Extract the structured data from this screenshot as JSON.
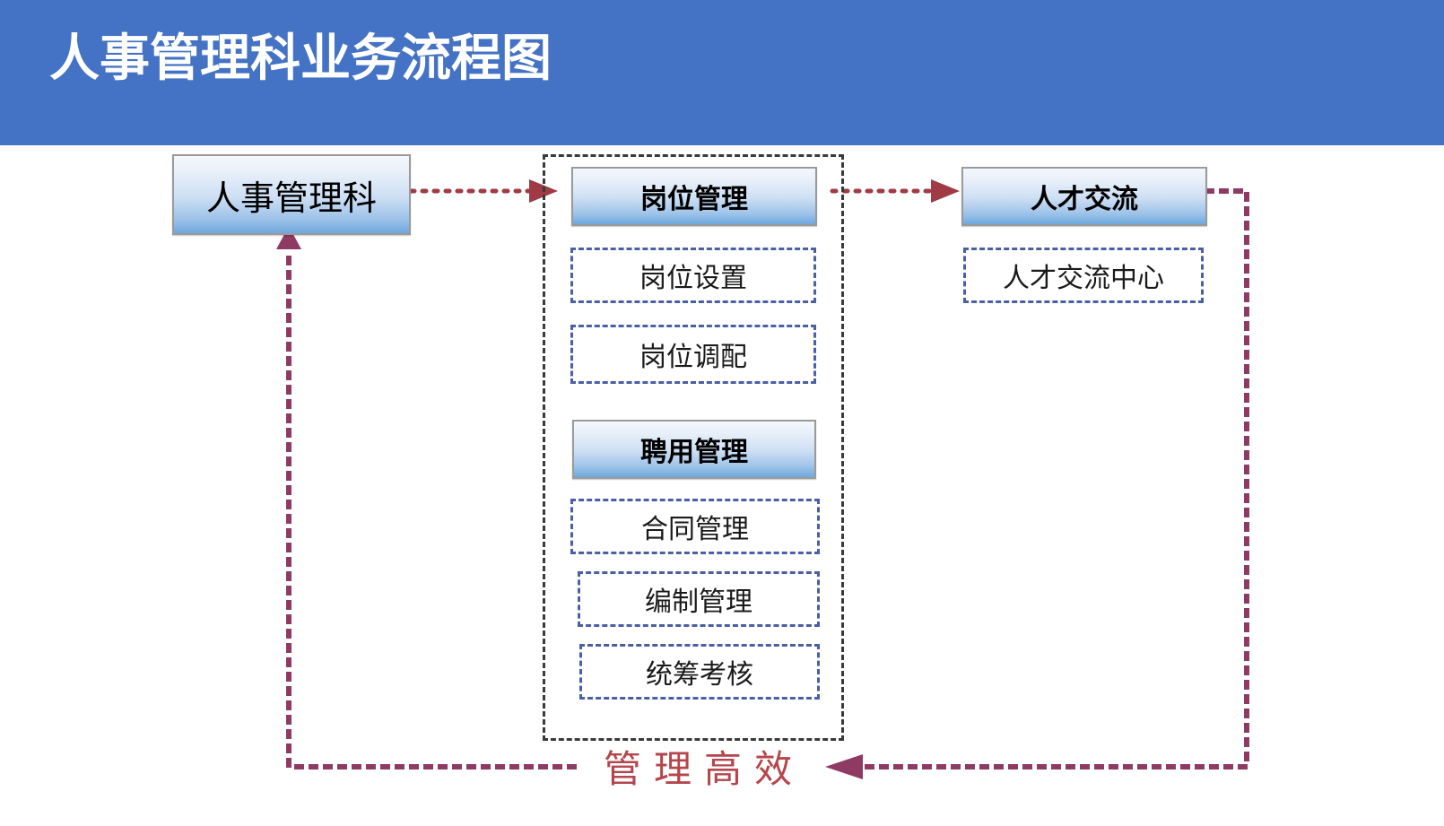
{
  "header": {
    "title": "人事管理科业务流程图",
    "background_color": "#4472c4",
    "text_color": "#ffffff"
  },
  "nodes": {
    "root": {
      "label": "人事管理科"
    },
    "group_headers": [
      {
        "label": "岗位管理"
      },
      {
        "label": "聘用管理"
      }
    ],
    "group_items": [
      {
        "label": "岗位设置"
      },
      {
        "label": "岗位调配"
      },
      {
        "label": "合同管理"
      },
      {
        "label": "编制管理"
      },
      {
        "label": "统筹考核"
      }
    ],
    "right_header": {
      "label": "人才交流"
    },
    "right_items": [
      {
        "label": "人才交流中心"
      }
    ]
  },
  "caption": {
    "label": "管理高效",
    "color": "#b4464c"
  },
  "connectors": {
    "arrow_color": "#a03a44",
    "loop_color": "#8e3a63",
    "items": [
      {
        "name": "root-to-post-management",
        "style": "dotted-arrow-right"
      },
      {
        "name": "post-management-to-talent",
        "style": "dotted-arrow-right"
      },
      {
        "name": "talent-to-caption-loop",
        "style": "dotted-elbow-arrow-left"
      },
      {
        "name": "caption-to-root-loop",
        "style": "dotted-elbow-arrow-up"
      }
    ]
  },
  "colors": {
    "accent_blue": "#4472c4",
    "box_border": "#9a9a9a",
    "sub_box_border": "#4a5fa5",
    "group_border": "#3a3a3a"
  }
}
